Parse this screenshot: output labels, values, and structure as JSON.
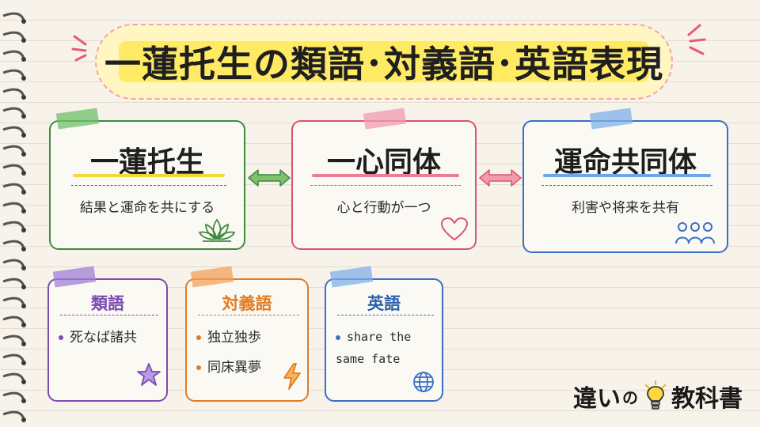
{
  "title": "一蓮托生の類語･対義語･英語表現",
  "main_cards": [
    {
      "title": "一蓮托生",
      "desc": "結果と運命を共にする",
      "icon": "lotus-icon",
      "color": "#3f8a3f"
    },
    {
      "title": "一心同体",
      "desc": "心と行動が一つ",
      "icon": "heart-icon",
      "color": "#d9546f"
    },
    {
      "title": "運命共同体",
      "desc": "利害や将来を共有",
      "icon": "people-icon",
      "color": "#3a6fc4"
    }
  ],
  "sub_cards": [
    {
      "title": "類語",
      "items": [
        "死なば諸共"
      ],
      "icon": "star-icon",
      "color": "#7b4bb3"
    },
    {
      "title": "対義語",
      "items": [
        "独立独歩",
        "同床異夢"
      ],
      "icon": "lightning-icon",
      "color": "#e47b22"
    },
    {
      "title": "英語",
      "items": [
        "share the same fate"
      ],
      "icon": "globe-icon",
      "color": "#3a6fc4"
    }
  ],
  "logo": {
    "part1": "違い",
    "part2": "の",
    "part3": "教科書",
    "icon": "lightbulb-icon"
  }
}
